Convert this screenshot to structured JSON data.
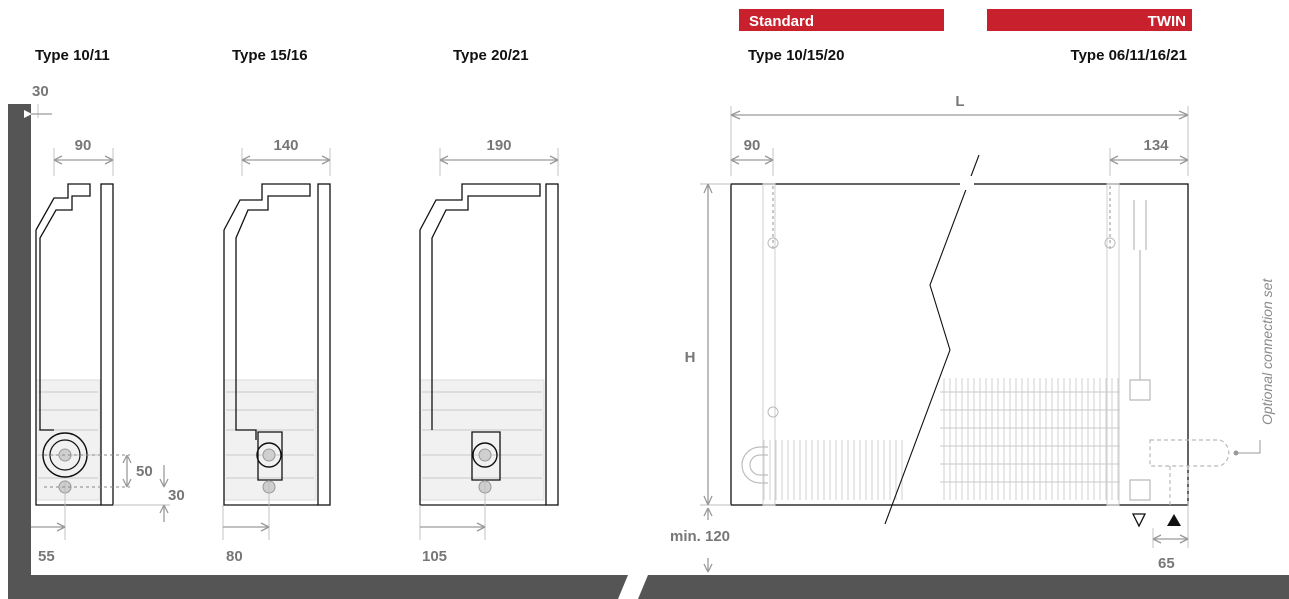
{
  "headers": {
    "type_a": "Type 10/11",
    "type_b": "Type 15/16",
    "type_c": "Type 20/21",
    "standard_badge": "Standard",
    "twin_badge": "TWIN",
    "front_standard": "Type 10/15/20",
    "front_twin": "Type 06/11/16/21"
  },
  "dimensions": {
    "wall_gap": "30",
    "depth_a": "90",
    "depth_b": "140",
    "depth_c": "190",
    "pipe_offset_a": "55",
    "pipe_offset_b": "80",
    "pipe_offset_c": "105",
    "pipe_spacing": "50",
    "pipe_bottom": "30",
    "length": "L",
    "left_offset": "90",
    "right_offset": "134",
    "height": "H",
    "floor_clearance": "min. 120",
    "connection_offset": "65"
  },
  "labels": {
    "optional_connection": "Optional connection set"
  },
  "colors": {
    "badge_red": "#c8202c",
    "wall_grey": "#555555",
    "dimension_grey": "#777777"
  }
}
